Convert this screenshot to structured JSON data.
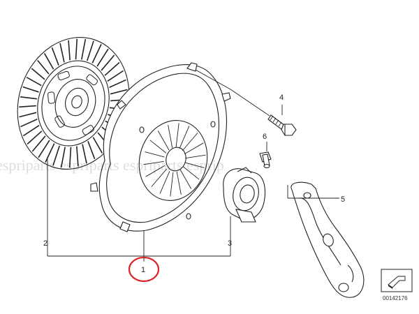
{
  "diagram": {
    "callouts": {
      "p1": "1",
      "p2": "2",
      "p3": "3",
      "p4": "4",
      "p5": "5",
      "p6": "6"
    },
    "watermark": "espriparts espriparts espriparts esprip",
    "diagram_id": "00142176"
  },
  "colors": {
    "line": "#222222",
    "highlight_circle": "#d9252a",
    "watermark": "#000000"
  }
}
